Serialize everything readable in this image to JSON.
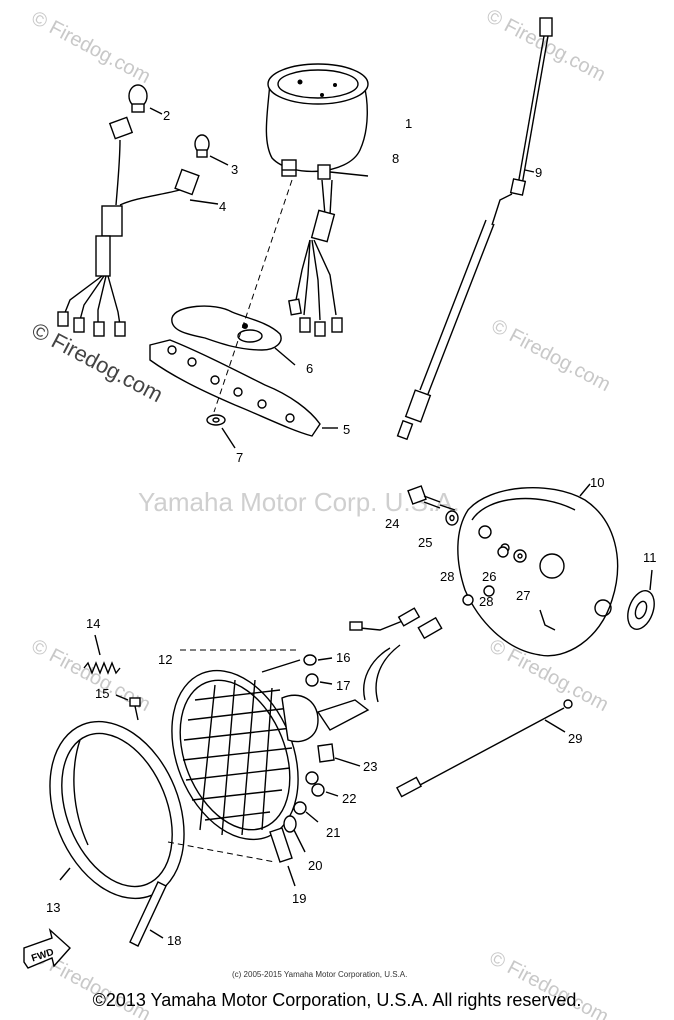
{
  "watermarks": {
    "firedog_left": "© Firedog.com",
    "firedog_tiles": "© Firedog.com",
    "center_text": "Yamaha Motor Corp. U.S.A."
  },
  "fwd_label": "FWD",
  "small_copyright": "(c) 2005-2015 Yamaha Motor Corporation, U.S.A.",
  "copyright": "©2013 Yamaha Motor Corporation, U.S.A. All rights reserved.",
  "callouts": [
    "1",
    "2",
    "3",
    "4",
    "5",
    "6",
    "7",
    "8",
    "9",
    "10",
    "11",
    "12",
    "13",
    "14",
    "15",
    "16",
    "17",
    "18",
    "19",
    "20",
    "21",
    "22",
    "23",
    "24",
    "25",
    "26",
    "27",
    "28",
    "28",
    "29"
  ]
}
